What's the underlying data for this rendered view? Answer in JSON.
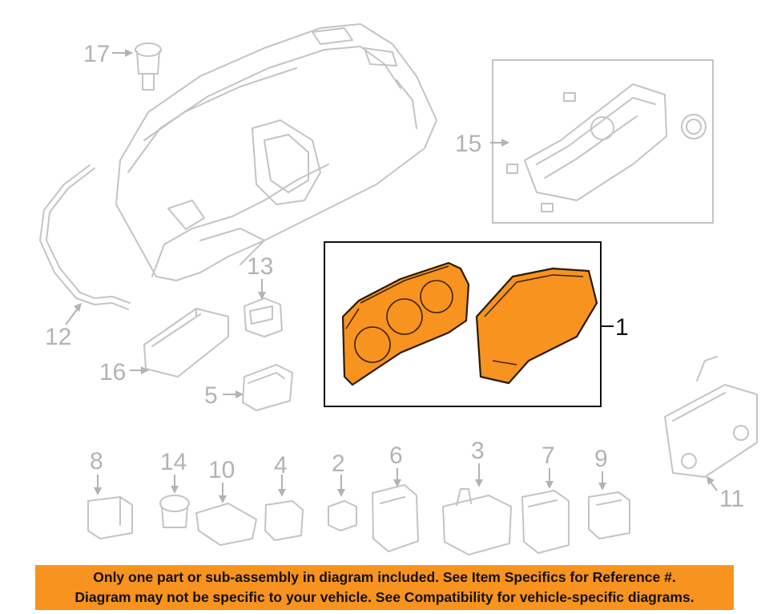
{
  "labels": {
    "l1": "1",
    "l2": "2",
    "l3": "3",
    "l4": "4",
    "l5": "5",
    "l6": "6",
    "l7": "7",
    "l8": "8",
    "l9": "9",
    "l10": "10",
    "l11": "11",
    "l12": "12",
    "l13": "13",
    "l14": "14",
    "l15": "15",
    "l16": "16",
    "l17": "17"
  },
  "colors": {
    "highlight": "#f7931e",
    "outline_gray": "#c4c4c4",
    "label_gray": "#b3b3b3"
  },
  "banner": {
    "line1": "Only one part or sub-assembly in diagram included. See Item Specifics for Reference #.",
    "line2": "Diagram may not be specific to your vehicle. See Compatibility for vehicle-specific diagrams."
  }
}
